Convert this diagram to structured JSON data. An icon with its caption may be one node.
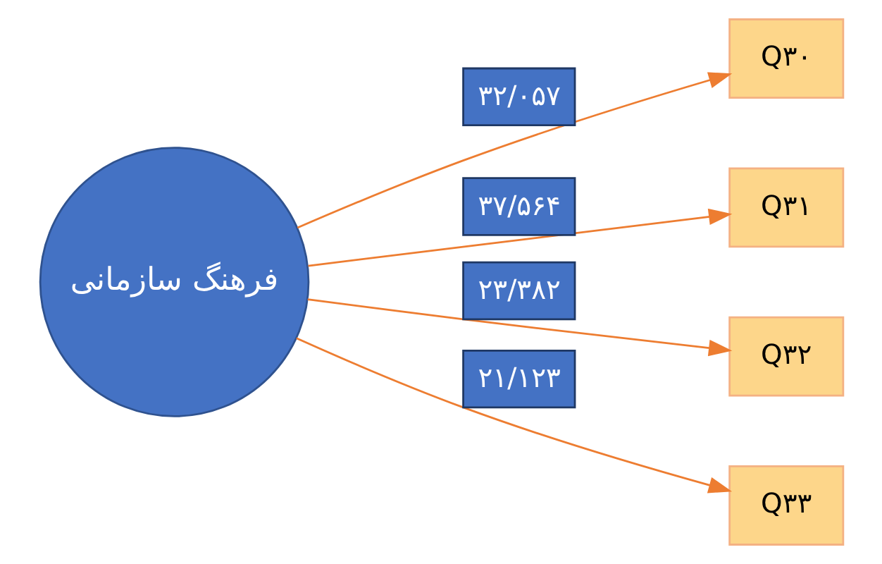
{
  "diagram": {
    "nodes": [
      {
        "text": [
          "فرهنگ سازمانی"
        ]
      },
      {
        "text": [
          "Q۳۰"
        ]
      },
      {
        "text": [
          "Q۳۱"
        ]
      },
      {
        "text": [
          "Q۳۲"
        ]
      },
      {
        "text": [
          "Q۳۳"
        ]
      }
    ],
    "edges": [
      {
        "from": 0,
        "to": 1,
        "arrow": "to",
        "label": "۳۲/۰۵۷"
      },
      {
        "from": 0,
        "to": 2,
        "arrow": "to",
        "label": "۳۷/۵۶۴"
      },
      {
        "from": 0,
        "to": 3,
        "arrow": "to",
        "label": "۲۳/۳۸۲"
      },
      {
        "from": 0,
        "to": 4,
        "arrow": "to",
        "label": "۲۱/۱۲۳"
      }
    ]
  }
}
